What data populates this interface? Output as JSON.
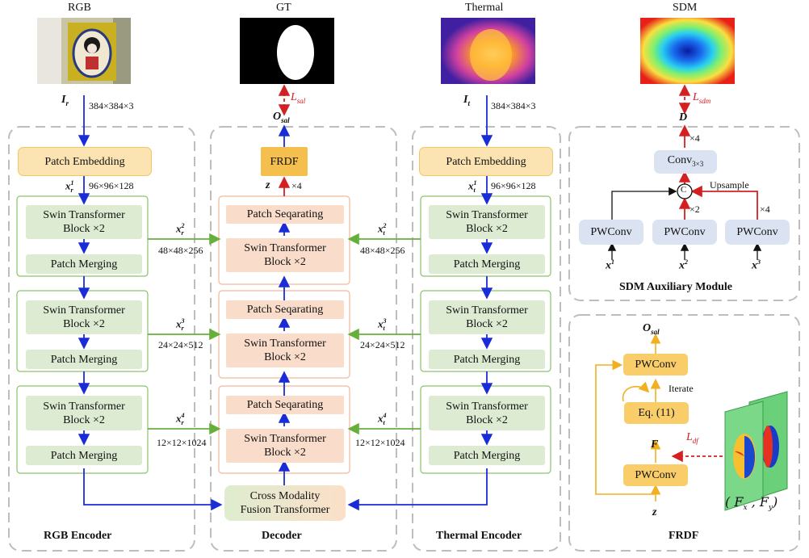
{
  "titles": {
    "rgb": "RGB",
    "gt": "GT",
    "thermal": "Thermal",
    "sdm": "SDM"
  },
  "sections": {
    "rgb_encoder": "RGB Encoder",
    "decoder": "Decoder",
    "thermal_encoder": "Thermal Encoder",
    "sdm_module": "SDM Auxiliary Module",
    "frdf": "FRDF"
  },
  "inputs": {
    "ir": "I",
    "ir_sub": "r",
    "it": "I",
    "it_sub": "t",
    "size": "384×384×3"
  },
  "blocks": {
    "patch_embedding": "Patch Embedding",
    "swin_line1": "Swin Transformer",
    "swin_line2": "Block ×2",
    "patch_merging": "Patch Merging",
    "patch_separating": "Patch Seqarating",
    "frdf": "FRDF",
    "cmft_line1": "Cross Modality",
    "cmft_line2": "Fusion Transformer",
    "pwconv": "PWConv",
    "conv": "Conv",
    "conv_sub": "3×3",
    "eq": "Eq. (11)"
  },
  "features": {
    "x_r": "x",
    "x_t": "x",
    "sub_r": "r",
    "sub_t": "t",
    "s1": "96×96×128",
    "s2": "48×48×256",
    "s3": "24×24×512",
    "s4": "12×12×1024",
    "z": "z",
    "o": "O",
    "o_sub": "sal",
    "d": "D",
    "f": "F",
    "x1": "x",
    "x1_sup": "1",
    "x2": "x",
    "x2_sup": "2",
    "x3": "x",
    "x3_sup": "3"
  },
  "losses": {
    "sal": "L",
    "sal_sub": "sal",
    "sdm": "L",
    "sdm_sub": "sdm",
    "df": "L",
    "df_sub": "df"
  },
  "annot": {
    "x4": "×4",
    "x2": "×2",
    "upsample": "Upsample",
    "iterate": "Iterate",
    "c": "C",
    "fxfy_open": "(",
    "fx": "F",
    "fx_sub": "x",
    "fy": "F",
    "fy_sub": "y",
    "fxfy_close": ")",
    "comma": ","
  }
}
